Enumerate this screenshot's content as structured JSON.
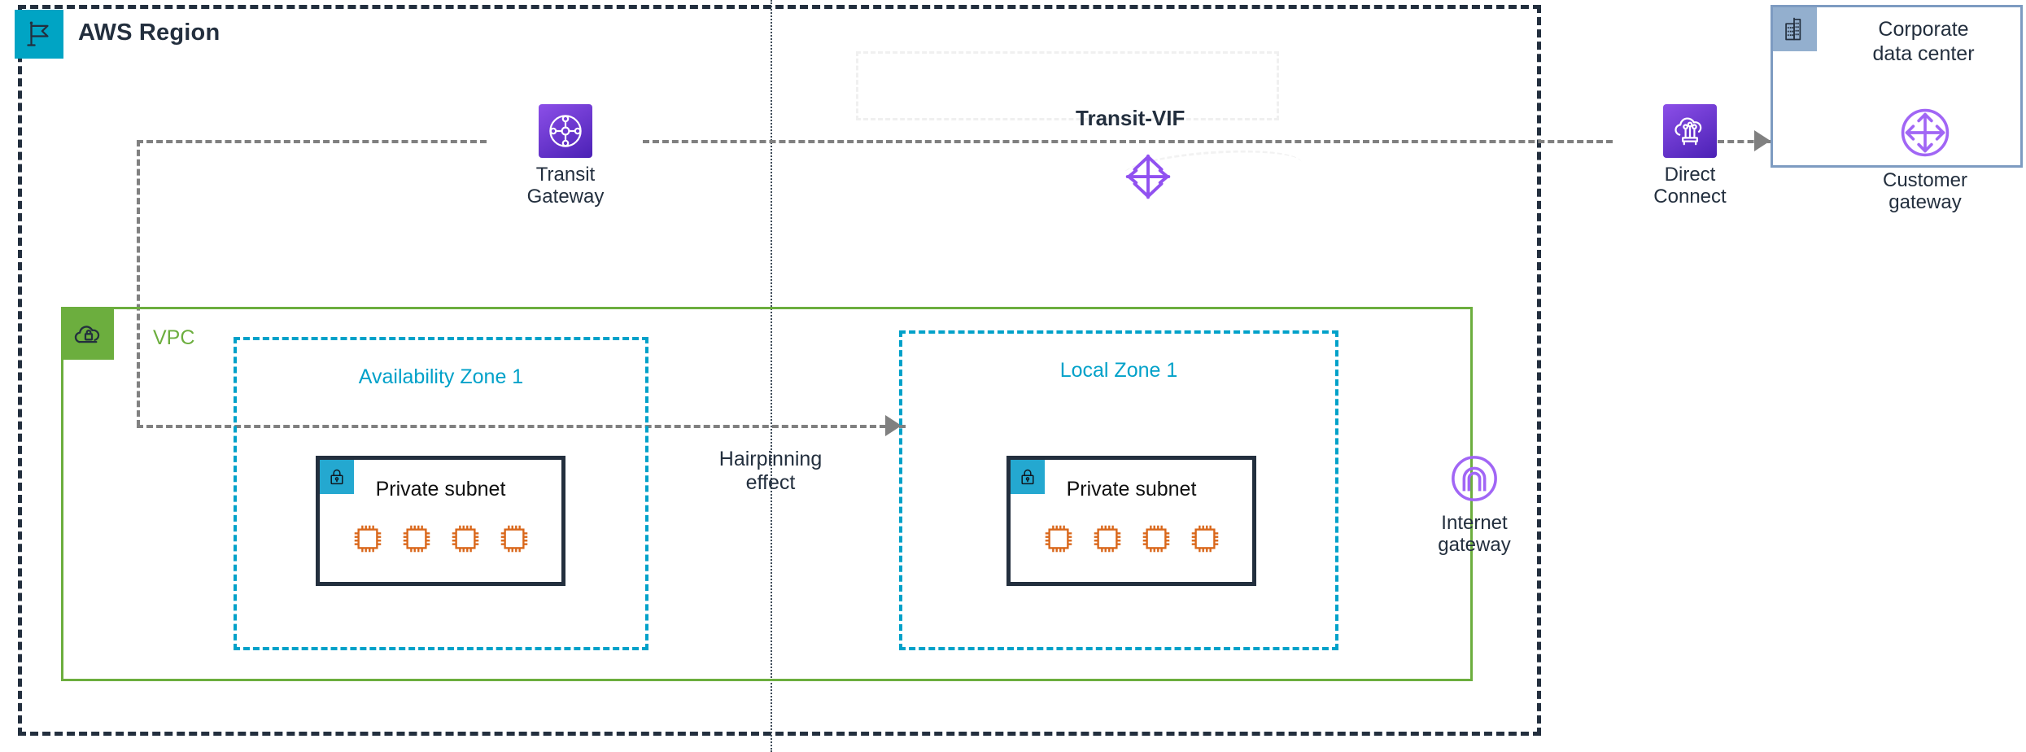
{
  "diagram": {
    "title": "AWS Local Zone hairpinning via Transit Gateway and Direct Connect"
  },
  "aws_region": {
    "label": "AWS Region",
    "badge_icon": "aws-region-flag-icon",
    "badge_color": "#00A4C4",
    "border_color": "#232F3E"
  },
  "vpc": {
    "label": "VPC",
    "badge_icon": "vpc-cloud-lock-icon",
    "badge_color": "#6CAE3E",
    "border_color": "#6CAE3E"
  },
  "zones": [
    {
      "label": "Availability Zone 1",
      "border_color": "#00A1C9",
      "subnet": {
        "label": "Private subnet",
        "badge_icon": "private-subnet-lock-icon",
        "badge_color": "#24A8D0",
        "border_color": "#232F3E",
        "instance_icon": "ec2-instance-chip-icon",
        "instance_color": "#D9671A",
        "instance_count": 4
      }
    },
    {
      "label": "Local Zone 1",
      "border_color": "#00A1C9",
      "subnet": {
        "label": "Private subnet",
        "badge_icon": "private-subnet-lock-icon",
        "badge_color": "#24A8D0",
        "border_color": "#232F3E",
        "instance_icon": "ec2-instance-chip-icon",
        "instance_color": "#D9671A",
        "instance_count": 4
      }
    }
  ],
  "nodes": {
    "transit_gateway": {
      "caption": "Transit\nGateway",
      "icon": "transit-gateway-icon",
      "color": "#7B2FE0"
    },
    "direct_connect": {
      "caption": "Direct\nConnect",
      "icon": "direct-connect-icon",
      "color": "#7B2FE0"
    },
    "internet_gateway": {
      "caption": "Internet\ngateway",
      "icon": "internet-gateway-icon",
      "color": "#A166F5"
    },
    "customer_gateway": {
      "caption": "Customer\ngateway",
      "icon": "customer-gateway-icon",
      "color": "#A166F5"
    },
    "transit_vif": {
      "label": "Transit-VIF",
      "icon": "transit-vif-icon",
      "color": "#9151F0"
    }
  },
  "corporate_data_center": {
    "title": "Corporate\ndata center",
    "badge_icon": "corporate-building-icon",
    "badge_color": "#93AFCE",
    "border_color": "#7D9BC1"
  },
  "annotations": {
    "hairpinning": "Hairpinning\neffect"
  },
  "connectors": {
    "line_color": "#808080",
    "divider_color": "#3D4A57"
  }
}
